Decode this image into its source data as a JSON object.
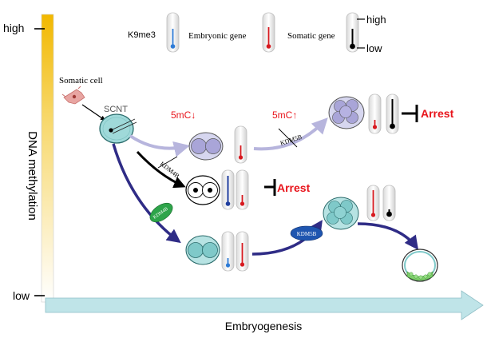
{
  "axis": {
    "y_label": "DNA methylation",
    "y_high": "high",
    "y_low": "low",
    "x_label": "Embryogenesis"
  },
  "legend": {
    "k9me3": "K9me3",
    "embryonic_gene": "Embryonic gene",
    "somatic_gene": "Somatic gene",
    "high": "high",
    "low": "low"
  },
  "labels": {
    "somatic_cell": "Somatic cell",
    "scnt": "SCNT",
    "mc_down": "5mC↓",
    "mc_up": "5mC↑",
    "kdm5b_crossed": "KDM5B",
    "kdm4b_crossed": "KDM4B",
    "kdm4b_pill": "KDM4B",
    "kdm5b_pill": "KDM5B",
    "arrest_top": "Arrest",
    "arrest_mid": "Arrest"
  },
  "colors": {
    "arrest": "#e8141b",
    "mc_text": "#e8141b",
    "legend_blue": "#2e7bd6",
    "legend_red": "#d7191f",
    "arrow_lavender": "#b7b5dd",
    "arrow_navy": "#2f2c86",
    "kdm4b_pill": "#2ea44a",
    "kdm5b_pill": "#1f56b0",
    "axis_arrow": "#bfe4e8",
    "gradient_top": "#f3c300"
  }
}
